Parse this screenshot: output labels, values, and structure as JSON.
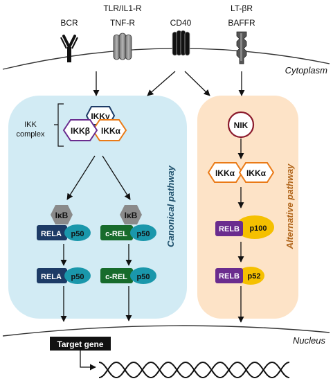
{
  "receptors": {
    "bcr": "BCR",
    "tlr_line1": "TLR/IL1-R",
    "tlr_line2": "TNF-R",
    "cd40": "CD40",
    "lt_line1": "LT-βR",
    "lt_line2": "BAFFR"
  },
  "compartments": {
    "cytoplasm": "Cytoplasm",
    "nucleus": "Nucleus"
  },
  "canonical": {
    "ikk_complex_line1": "IKK",
    "ikk_complex_line2": "complex",
    "ikk_gamma": "IKKγ",
    "ikk_beta": "IKKβ",
    "ikk_alpha": "IKKα",
    "ikb_left": "IκB",
    "ikb_right": "IκB",
    "rela": "RELA",
    "p50": "p50",
    "crel": "c-REL",
    "title": "Canonical pathway"
  },
  "alternative": {
    "nik": "NIK",
    "ikk_alpha": "IKKα",
    "relb": "RELB",
    "p100": "p100",
    "p52": "p52",
    "title": "Alternative pathway"
  },
  "target_gene": "Target gene",
  "colors": {
    "canonical_bg": "#d2ebf4",
    "alternative_bg": "#fde3c7",
    "navy": "#1d3b66",
    "teal": "#1a97ab",
    "green": "#176b2c",
    "purple": "#6a2c8e",
    "yellow": "#f5c000",
    "orange": "#ea7a16",
    "dark_purple": "#5e3a7a",
    "steelblue": "#3c6f8e",
    "gray": "#8a8a8a",
    "canonical_text": "#1d4f6b",
    "alternative_text": "#b0651b"
  }
}
